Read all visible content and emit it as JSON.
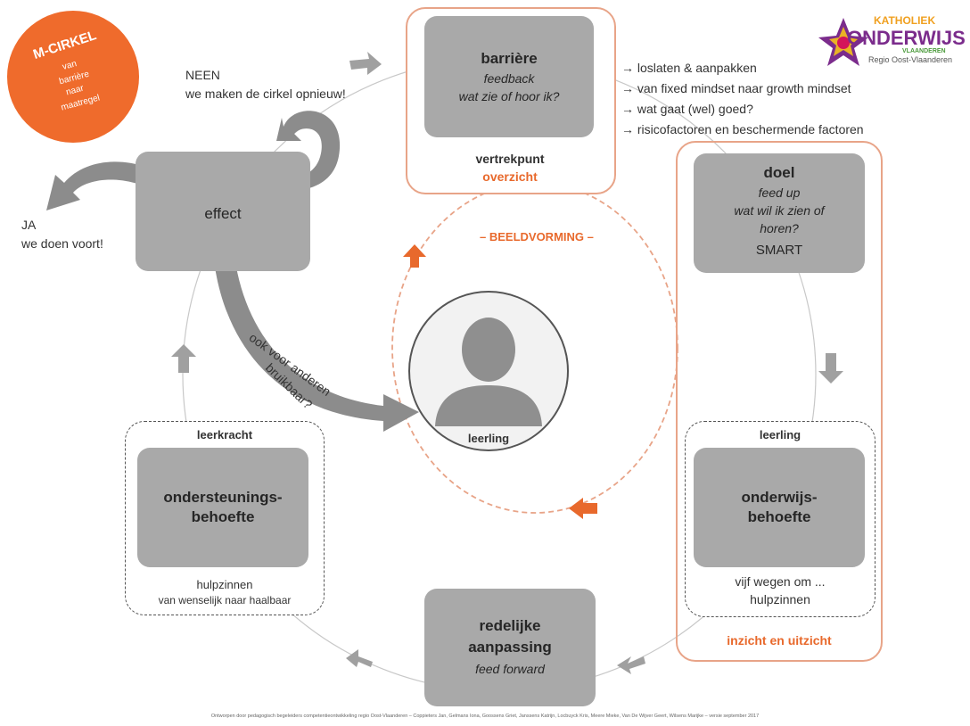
{
  "badge": {
    "title": "M-CIRKEL",
    "sub1": "van",
    "sub2": "barrière",
    "sub3": "naar",
    "sub4": "maatregel",
    "color": "#ef6b2c"
  },
  "logo": {
    "line1": "KATHOLIEK",
    "line2": "ONDERWIJS",
    "line3": "VLAANDEREN",
    "line4": "Regio Oost-Vlaanderen"
  },
  "neen": {
    "line1": "NEEN",
    "line2": "we maken de cirkel opnieuw!"
  },
  "ja": {
    "line1": "JA",
    "line2": "we doen voort!"
  },
  "barriere": {
    "title": "barrière",
    "line1": "feedback",
    "line2": "wat zie of hoor ik?",
    "footer1": "vertrekpunt",
    "footer2": "overzicht"
  },
  "bullets": [
    "→ loslaten & aanpakken",
    "→ van fixed mindset naar growth mindset",
    "→ wat gaat (wel) goed?",
    "→ risicofactoren en beschermende factoren"
  ],
  "effect": {
    "title": "effect"
  },
  "doel": {
    "title": "doel",
    "line1": "feed up",
    "line2": "wat wil ik zien of",
    "line3": "horen?",
    "line4": "SMART"
  },
  "beeldvorming": "– BEELDVORMING –",
  "arc_label": {
    "line1": "ook voor anderen",
    "line2": "bruikbaar?"
  },
  "student": {
    "label": "leerling"
  },
  "ondersteuning": {
    "header": "leerkracht",
    "title1": "ondersteunings-",
    "title2": "behoefte",
    "sub1": "hulpzinnen",
    "sub2": "van wenselijk naar haalbaar"
  },
  "onderwijs": {
    "header": "leerling",
    "title1": "onderwijs-",
    "title2": "behoefte",
    "sub1": "vijf wegen om ...",
    "sub2": "hulpzinnen",
    "footer": "inzicht en uitzicht"
  },
  "redelijke": {
    "title1": "redelijke",
    "title2": "aanpassing",
    "line1": "feed forward"
  },
  "footer": "Ontworpen door pedagogisch begeleiders competentieontwikkeling regio Oost-Vlaanderen – Coppieters Jan, Gelmans Iona, Goossens Griet, Janssens Katrijn, Locbuyck Kris, Meere Mieke, Van De Wijver Geert, Wilsens Marijke – versie september 2017",
  "colors": {
    "accent": "#e8692c",
    "box": "#a9a9a9",
    "arrow": "#9a9a9a"
  }
}
